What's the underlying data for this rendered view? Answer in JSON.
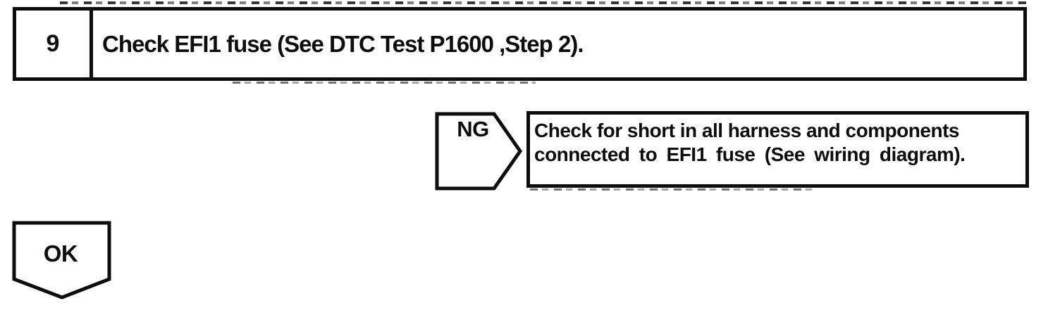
{
  "colors": {
    "ink": "#0d0d0d",
    "paper": "#ffffff"
  },
  "flowchart": {
    "step": {
      "number": "9",
      "instruction": "Check EFI1 fuse (See DTC Test P1600 ,Step 2)."
    },
    "ng_branch": {
      "label": "NG",
      "action_line1": "Check for short in all harness and components",
      "action_line2": "connected to EFI1 fuse (See wiring diagram)."
    },
    "ok_branch": {
      "label": "OK"
    }
  }
}
